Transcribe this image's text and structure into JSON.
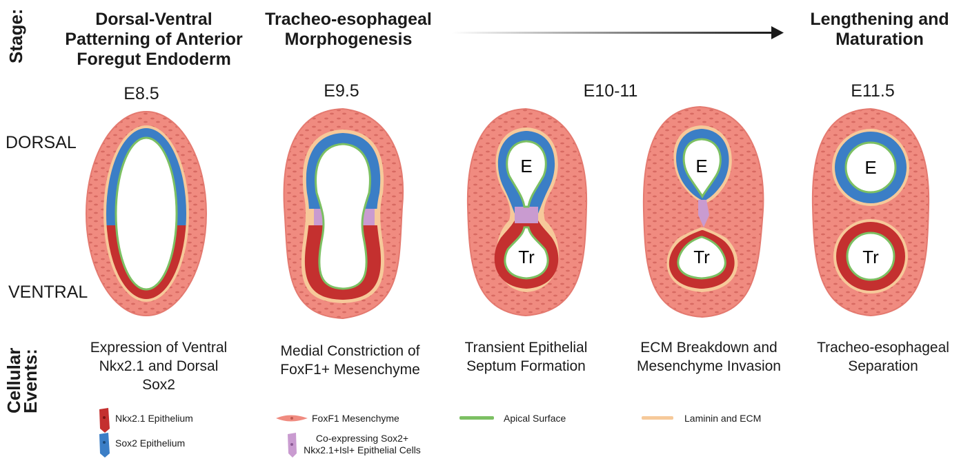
{
  "stage": {
    "label": "Stage:",
    "titles": [
      "Dorsal-Ventral Patterning of Anterior Foregut Endoderm",
      "Tracheo-esophageal Morphogenesis",
      "Lengthening and Maturation"
    ]
  },
  "timepoints": [
    "E8.5",
    "E9.5",
    "E10-11",
    "E11.5"
  ],
  "axis": {
    "dorsal": "DORSAL",
    "ventral": "VENTRAL"
  },
  "lumens": {
    "esophagus": "E",
    "trachea": "Tr"
  },
  "events": {
    "label": "Cellular Events:",
    "items": [
      "Expression of Ventral Nkx2.1 and Dorsal Sox2",
      "Medial Constriction of FoxF1+ Mesenchyme",
      "Transient Epithelial Septum Formation",
      "ECM Breakdown and Mesenchyme Invasion",
      "Tracheo-esophageal Separation"
    ]
  },
  "legend": {
    "nkx": "Nkx2.1 Epithelium",
    "sox": "Sox2 Epithelium",
    "foxf1": "FoxF1 Mesenchyme",
    "coexp": "Co-expressing Sox2+ Nkx2.1+Isl+ Epithelial Cells",
    "apical": "Apical Surface",
    "laminin": "Laminin and ECM"
  },
  "colors": {
    "mesenchyme": "#f08b80",
    "ecm": "#f6c99a",
    "sox2": "#3b7ec6",
    "nkx21": "#c4302f",
    "apical": "#7cc063",
    "coexpressing": "#c99bd0"
  }
}
